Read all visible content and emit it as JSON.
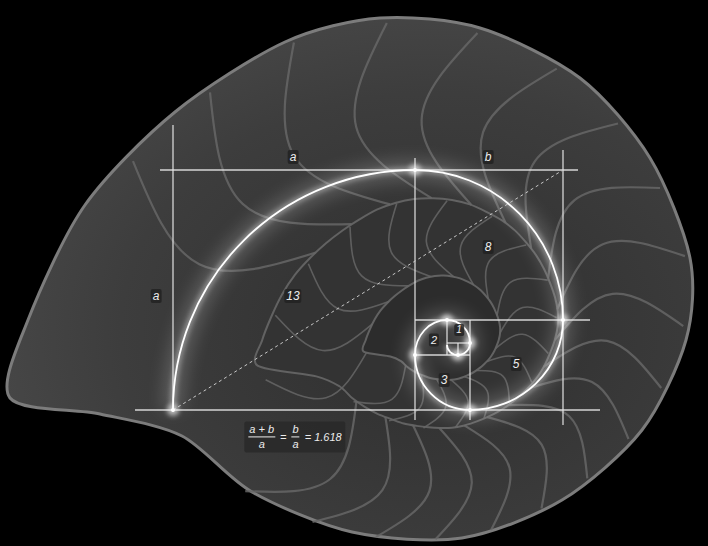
{
  "diagram": {
    "labels": [
      "a",
      "b",
      "a",
      "13",
      "8",
      "1",
      "2",
      "5",
      "3",
      "a + b",
      "a",
      "=",
      "b",
      "a",
      "= 1.618"
    ]
  }
}
